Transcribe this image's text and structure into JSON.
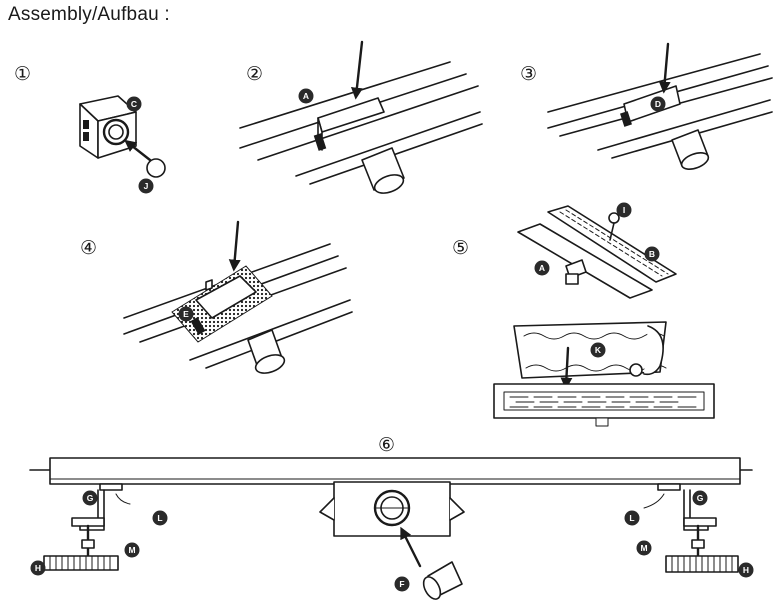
{
  "title": "Assembly/Aufbau :",
  "steps": [
    {
      "number": "①"
    },
    {
      "number": "②"
    },
    {
      "number": "③"
    },
    {
      "number": "④"
    },
    {
      "number": "⑤"
    },
    {
      "number": "⑥"
    }
  ],
  "parts": {
    "A": "A",
    "B": "B",
    "C": "C",
    "D": "D",
    "E": "E",
    "F": "F",
    "G": "G",
    "H": "H",
    "I": "I",
    "J": "J",
    "K": "K",
    "L": "L",
    "M": "M"
  }
}
